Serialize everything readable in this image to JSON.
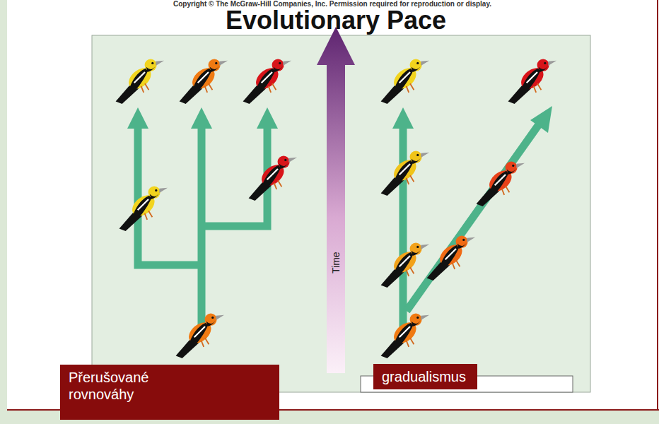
{
  "diagram": {
    "title": "Evolutionary Pace",
    "nodes": [
      {
        "text": [
          "Přerušované rovnováhy"
        ]
      },
      {
        "text": [
          "gradualismus"
        ]
      }
    ],
    "labels": [
      "Copyright © The McGraw-Hill Companies, Inc. Permission required for reproduction or display.",
      "Time"
    ]
  }
}
